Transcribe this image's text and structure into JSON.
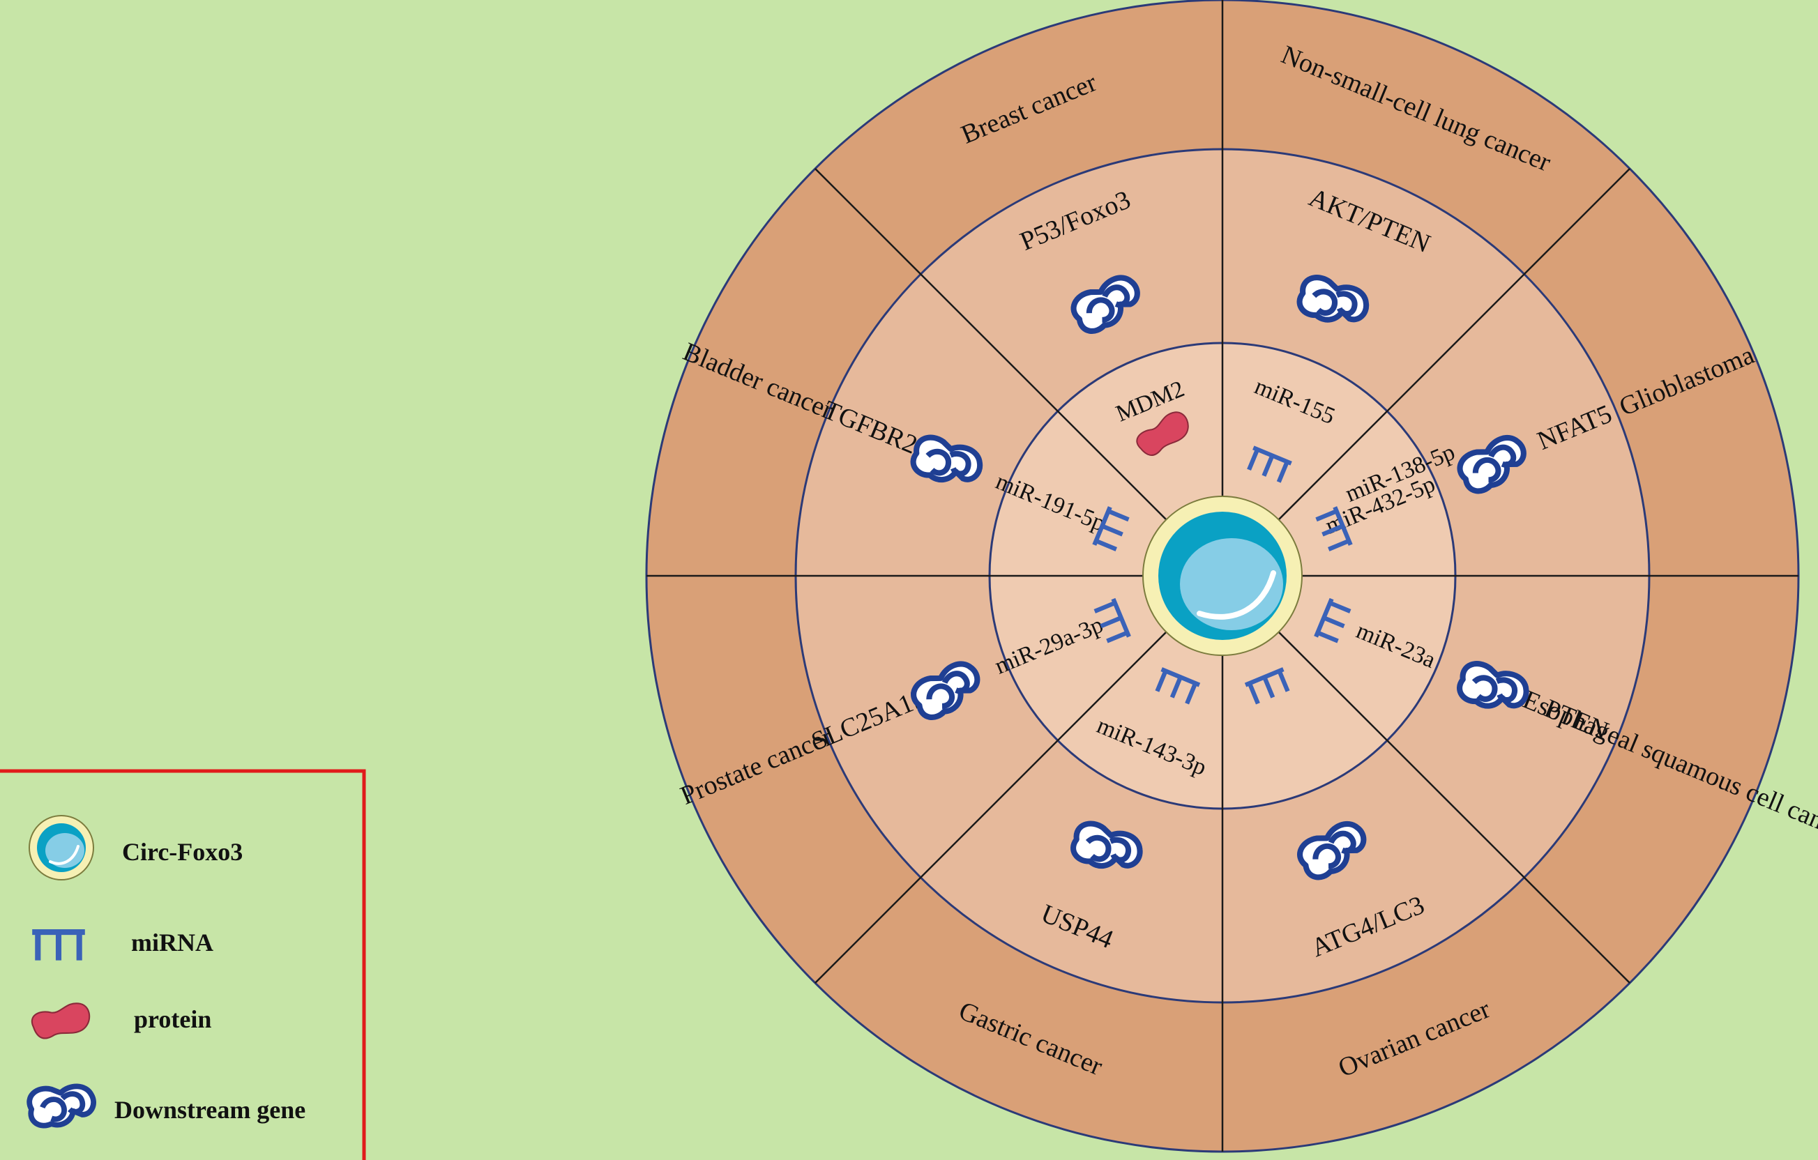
{
  "center": {
    "label": "Circ-Foxo3"
  },
  "colors": {
    "background": "#c7e5a7",
    "outer_ring": "#d9a077",
    "middle_ring": "#e6b99b",
    "inner_ring": "#efcbb1",
    "ring_stroke": "#2b3a78",
    "mirna": "#3a62b8",
    "protein": "#d9455f",
    "gene_stroke": "#1f3f93",
    "center_disc": "#0aa1c4",
    "center_ring": "#f6f0b4",
    "legend_border": "#e01b1b"
  },
  "cancers": [
    "Breast cancer",
    "Non-small-cell lung cancer",
    "Glioblastoma",
    "Esophageal squamous cell cancer",
    "Ovarian cancer",
    "Gastric cancer",
    "Prostate cancer",
    "Bladder cancer"
  ],
  "targets": [
    "P53/Foxo3",
    "AKT/PTEN",
    "NFAT5",
    "PTEN",
    "ATG4/LC3",
    "USP44",
    "SLC25A15",
    "TGFBR2"
  ],
  "mediators": [
    {
      "label": "MDM2",
      "kind": "protein"
    },
    {
      "label": "miR-155",
      "kind": "mirna"
    },
    {
      "label": "miR-138-5p",
      "label2": "miR-432-5p",
      "kind": "mirna"
    },
    {
      "label": "miR-23a",
      "kind": "mirna"
    },
    {
      "label": "",
      "kind": "mirna"
    },
    {
      "label": "miR-143-3p",
      "kind": "mirna"
    },
    {
      "label": "miR-29a-3p",
      "kind": "mirna"
    },
    {
      "label": "miR-191-5p",
      "kind": "mirna"
    }
  ],
  "legend": {
    "items": [
      {
        "icon": "circ-rna-icon",
        "label": "Circ-Foxo3"
      },
      {
        "icon": "mirna-icon",
        "label": "miRNA"
      },
      {
        "icon": "protein-icon",
        "label": "protein"
      },
      {
        "icon": "downstream-gene-icon",
        "label": "Downstream gene"
      }
    ]
  }
}
